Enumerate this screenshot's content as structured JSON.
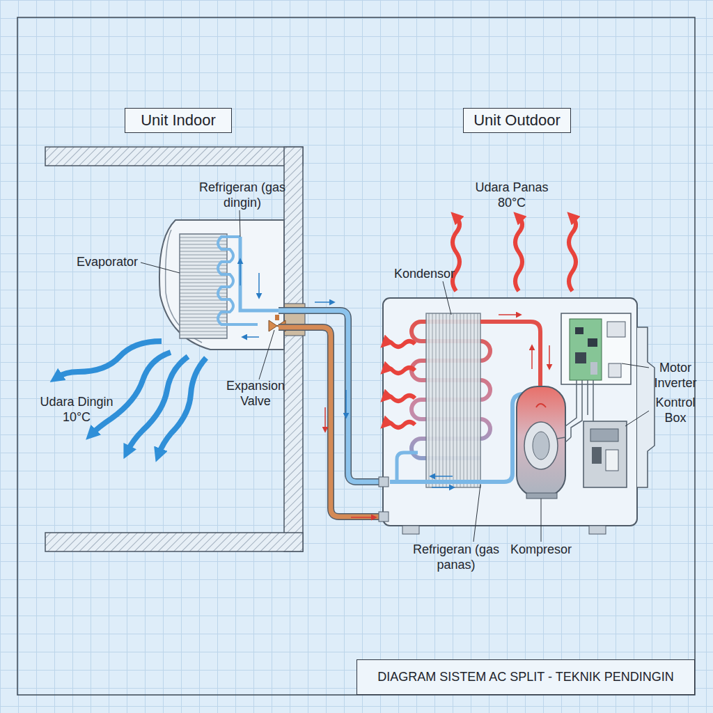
{
  "diagram": {
    "title": "DIAGRAM SISTEM AC SPLIT - TEKNIK PENDINGIN",
    "nodes": [
      {
        "text": [
          "Unit Indoor"
        ]
      },
      {
        "text": [
          "Unit Outdoor"
        ]
      }
    ],
    "labels": [
      "Refrigeran (gas dingin)",
      "Evaporator",
      "Expansion Valve",
      "Udara Dingin 10°C",
      "Udara Panas 80°C",
      "Kondensor",
      "Motor Inverter",
      "Kontrol Box",
      "Refrigeran (gas panas)",
      "Kompresor"
    ]
  }
}
